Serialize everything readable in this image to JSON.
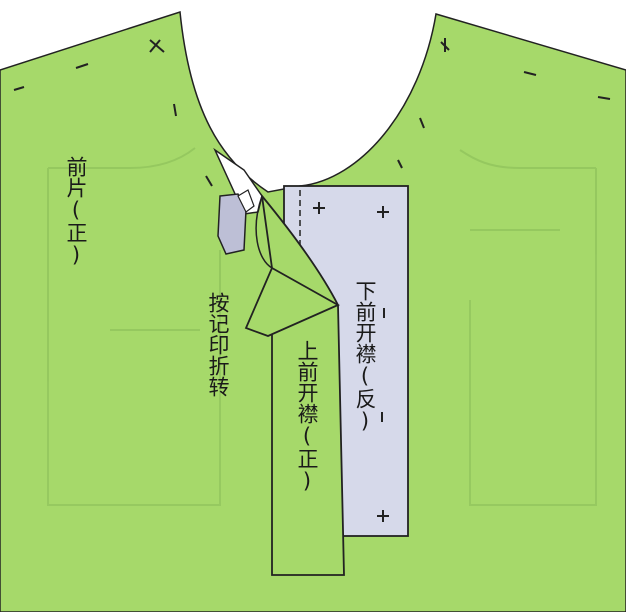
{
  "labels": {
    "front_piece": "前片(正)",
    "fold_instruction": "按记印折转",
    "upper_placket": "上前开襟(正)",
    "lower_placket": "下前开襟(反)"
  },
  "colors": {
    "fabric_green": "#a6d96a",
    "fabric_green_dark": "#8fc65a",
    "placket_wrong_side": "#d6d9ea",
    "outline": "#222222",
    "background": "#ffffff"
  }
}
